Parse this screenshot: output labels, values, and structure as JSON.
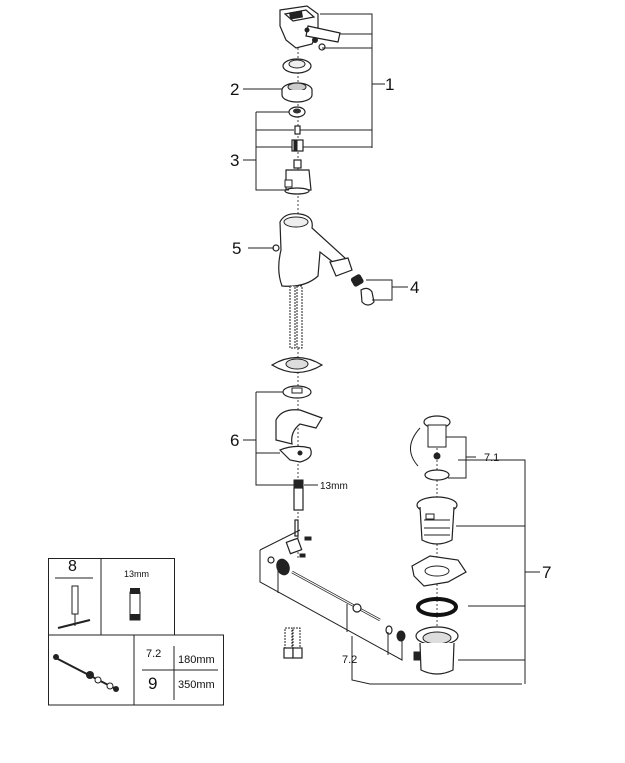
{
  "diagram": {
    "type": "exploded-parts-view",
    "subject": "bidet mixer faucet",
    "callouts": [
      {
        "id": "c1",
        "label": "1"
      },
      {
        "id": "c2",
        "label": "2"
      },
      {
        "id": "c3",
        "label": "3"
      },
      {
        "id": "c4",
        "label": "4"
      },
      {
        "id": "c5",
        "label": "5"
      },
      {
        "id": "c6",
        "label": "6"
      },
      {
        "id": "c6mm",
        "label": "13mm"
      },
      {
        "id": "c7",
        "label": "7"
      },
      {
        "id": "c71",
        "label": "7.1"
      },
      {
        "id": "c72",
        "label": "7.2"
      }
    ],
    "legend": {
      "tool_number": "8",
      "tool_size": "13mm",
      "table": [
        {
          "part": "7.2",
          "length": "180mm"
        },
        {
          "part": "9",
          "length": "350mm"
        }
      ]
    }
  }
}
